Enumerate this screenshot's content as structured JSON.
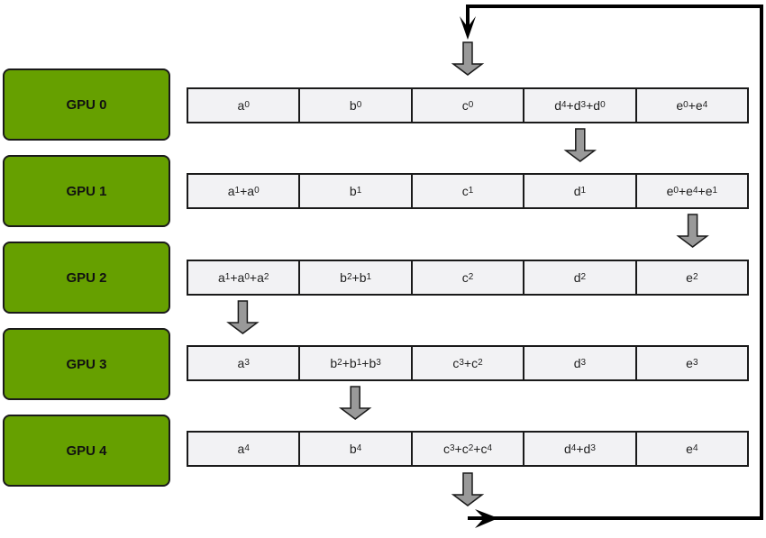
{
  "title": "Ring all-reduce scatter-reduce step across GPUs",
  "gpus": [
    {
      "label": "GPU 0",
      "cells": [
        [
          "a",
          [
            "0"
          ]
        ],
        [
          "b",
          [
            "0"
          ]
        ],
        [
          "c",
          [
            "0"
          ]
        ],
        [
          "d",
          [
            "4",
            "3",
            "0"
          ]
        ],
        [
          "e",
          [
            "0",
            "4"
          ]
        ]
      ]
    },
    {
      "label": "GPU 1",
      "cells": [
        [
          "a",
          [
            "1",
            "0"
          ]
        ],
        [
          "b",
          [
            "1"
          ]
        ],
        [
          "c",
          [
            "1"
          ]
        ],
        [
          "d",
          [
            "1"
          ]
        ],
        [
          "e",
          [
            "0",
            "4",
            "1"
          ]
        ]
      ]
    },
    {
      "label": "GPU 2",
      "cells": [
        [
          "a",
          [
            "1",
            "0",
            "2"
          ]
        ],
        [
          "b",
          [
            "2",
            "1"
          ]
        ],
        [
          "c",
          [
            "2"
          ]
        ],
        [
          "d",
          [
            "2"
          ]
        ],
        [
          "e",
          [
            "2"
          ]
        ]
      ]
    },
    {
      "label": "GPU 3",
      "cells": [
        [
          "a",
          [
            "3"
          ]
        ],
        [
          "b",
          [
            "2",
            "1",
            "3"
          ]
        ],
        [
          "c",
          [
            "3",
            "2"
          ]
        ],
        [
          "d",
          [
            "3"
          ]
        ],
        [
          "e",
          [
            "3"
          ]
        ]
      ]
    },
    {
      "label": "GPU 4",
      "cells": [
        [
          "a",
          [
            "4"
          ]
        ],
        [
          "b",
          [
            "4"
          ]
        ],
        [
          "c",
          [
            "3",
            "2",
            "4"
          ]
        ],
        [
          "d",
          [
            "4",
            "3"
          ]
        ],
        [
          "e",
          [
            "4"
          ]
        ]
      ]
    }
  ],
  "transfers": [
    {
      "into_gpu": 0,
      "column": "c",
      "from": "ring-loop"
    },
    {
      "into_gpu": 1,
      "column": "d",
      "from": 0
    },
    {
      "into_gpu": 2,
      "column": "e",
      "from": 1
    },
    {
      "into_gpu": 3,
      "column": "a",
      "from": 2
    },
    {
      "into_gpu": 4,
      "column": "b",
      "from": 3
    },
    {
      "into_gpu": "ring-loop",
      "column": "c",
      "from": 4
    }
  ],
  "colors": {
    "gpu_fill": "#66a000",
    "cell_fill": "#f2f2f4",
    "arrow_fill": "#999999",
    "line": "#000000"
  }
}
